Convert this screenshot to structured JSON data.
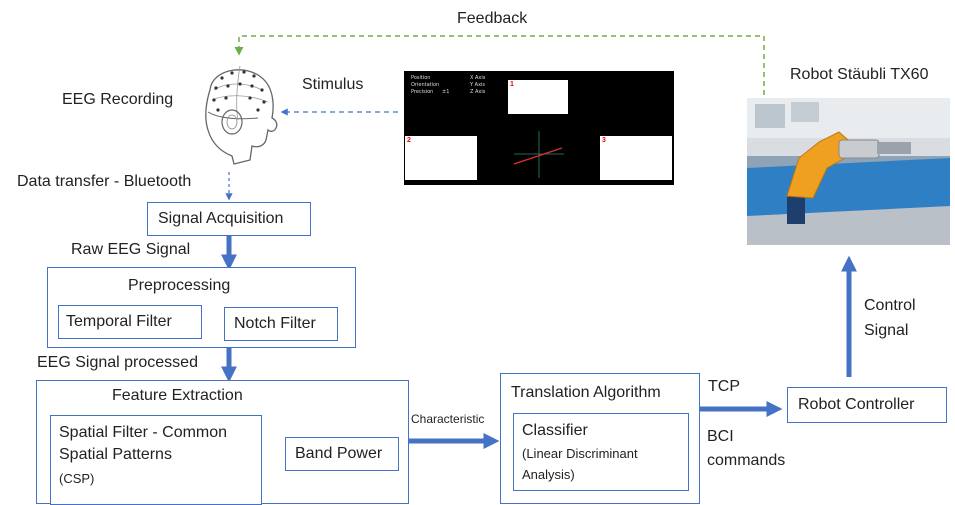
{
  "labels": {
    "feedback": "Feedback",
    "stimulus": "Stimulus",
    "eeg_recording": "EEG Recording",
    "robot": "Robot Stäubli TX60",
    "data_transfer": "Data transfer - Bluetooth",
    "raw_eeg": "Raw EEG Signal",
    "eeg_processed": "EEG Signal processed",
    "characteristic": "Characteristic",
    "tcp": "TCP",
    "bci_line1": "BCI",
    "bci_line2": "commands",
    "control_line1": "Control",
    "control_line2": "Signal"
  },
  "boxes": {
    "signal_acquisition": "Signal Acquisition",
    "preprocessing": "Preprocessing",
    "temporal_filter": "Temporal Filter",
    "notch_filter": "Notch Filter",
    "feature_extraction": "Feature Extraction",
    "spatial_filter_line1": "Spatial Filter - Common",
    "spatial_filter_line2": "Spatial Patterns",
    "spatial_filter_line3": "(CSP)",
    "band_power": "Band Power",
    "translation_algorithm": "Translation Algorithm",
    "classifier": "Classifier",
    "classifier_sub_line1": "(Linear Discriminant",
    "classifier_sub_line2": "Analysis)",
    "robot_controller": "Robot Controller"
  },
  "stimulus_screen": {
    "rows": [
      {
        "label": "Position",
        "value": "",
        "axis": "X Axis"
      },
      {
        "label": "Orientation",
        "value": "",
        "axis": "Y Axis"
      },
      {
        "label": "Precision",
        "value": "±1",
        "axis": "Z Axis"
      }
    ],
    "windows": [
      "1",
      "2",
      "3"
    ]
  },
  "colors": {
    "box_border": "#4472c4",
    "arrow_blue": "#4472c4",
    "feedback_green": "#70ad47"
  }
}
